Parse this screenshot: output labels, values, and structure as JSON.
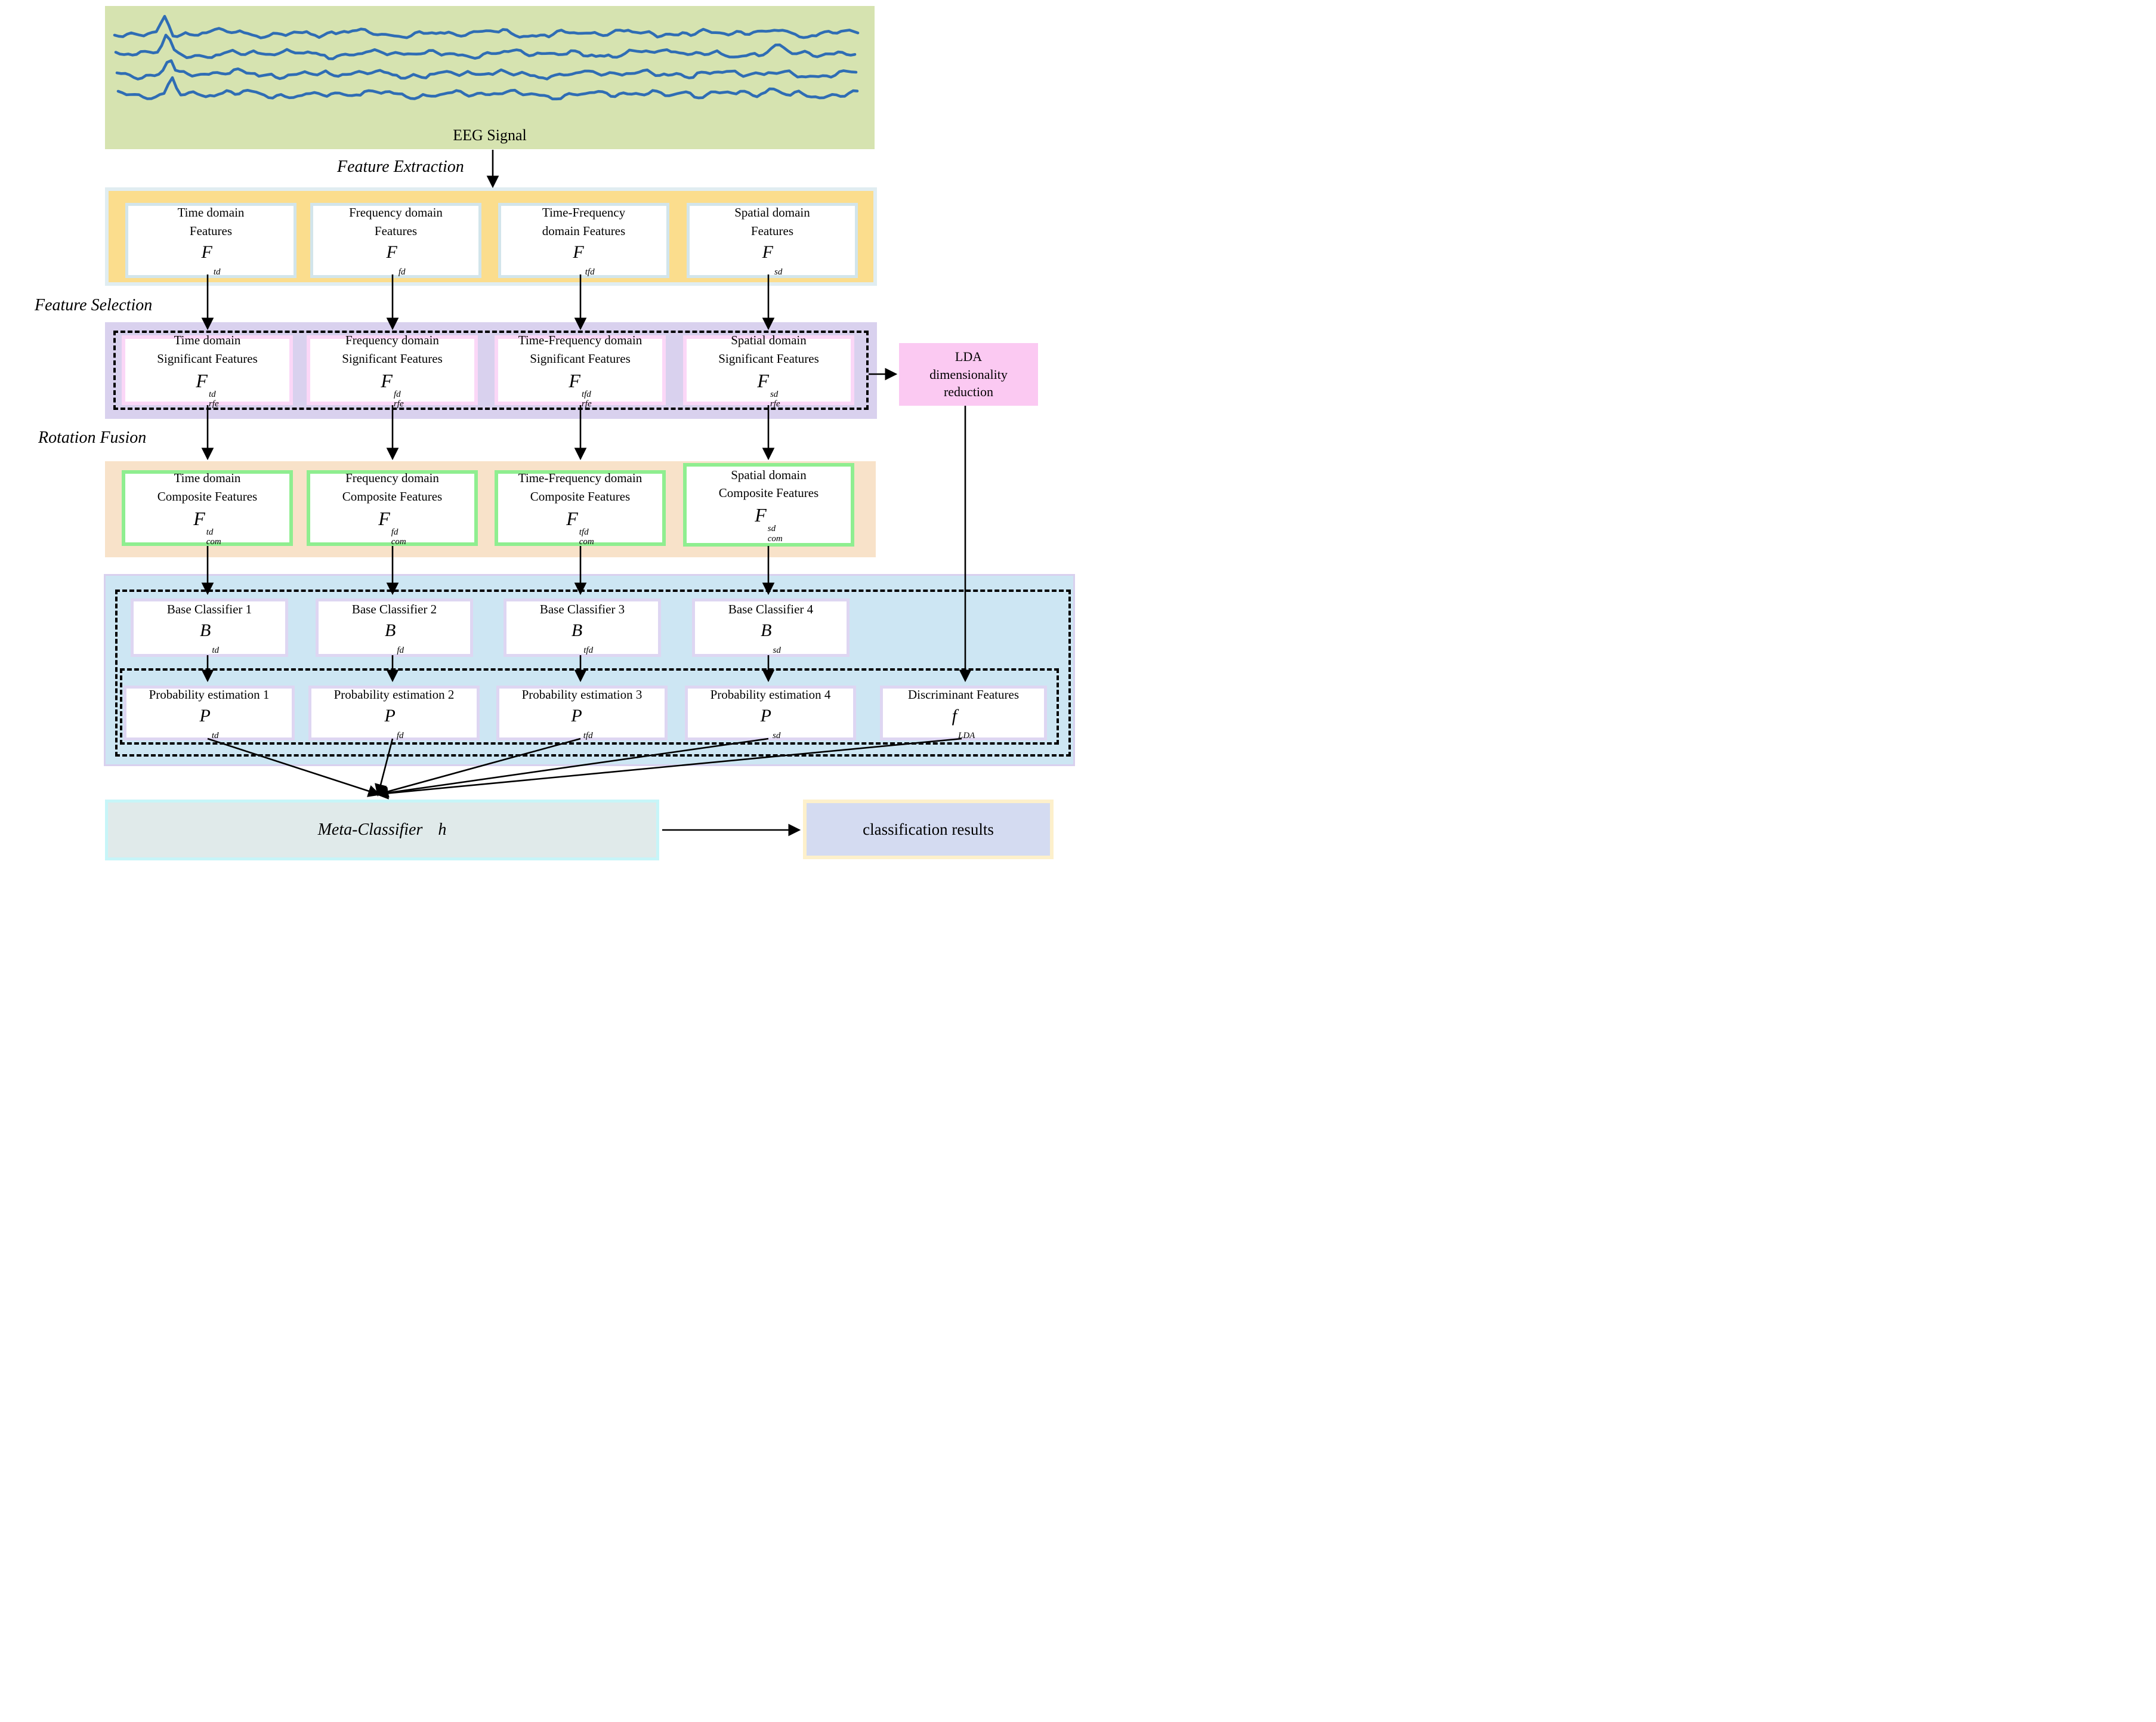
{
  "eeg_panel": {
    "label": "EEG Signal",
    "background": "#d6e3b0",
    "trace_color": "#2f6db4",
    "trace_count": 4
  },
  "stage_labels": {
    "feature_extraction": "Feature Extraction",
    "feature_selection": "Feature Selection",
    "rotation_fusion": "Rotation Fusion"
  },
  "rows": {
    "features": {
      "background": "#fbdd8d",
      "border": "#e0edf1",
      "box_border": "#d2e5eb",
      "boxes": [
        {
          "title_lines": [
            "Time domain",
            "Features"
          ],
          "sym": "F",
          "sup": "",
          "sub": "td"
        },
        {
          "title_lines": [
            "Frequency domain",
            "Features"
          ],
          "sym": "F",
          "sup": "",
          "sub": "fd"
        },
        {
          "title_lines": [
            "Time-Frequency",
            "domain  Features"
          ],
          "sym": "F",
          "sup": "",
          "sub": "tfd"
        },
        {
          "title_lines": [
            "Spatial domain",
            "Features"
          ],
          "sym": "F",
          "sup": "",
          "sub": "sd"
        }
      ]
    },
    "significant": {
      "background": "#d9d1ee",
      "box_border": "#fbd7f7",
      "boxes": [
        {
          "title_lines": [
            "Time domain",
            "Significant Features"
          ],
          "sym": "F",
          "sup": "td",
          "sub": "rfe"
        },
        {
          "title_lines": [
            "Frequency domain",
            "Significant Features"
          ],
          "sym": "F",
          "sup": "fd",
          "sub": "rfe"
        },
        {
          "title_lines": [
            "Time-Frequency domain",
            "Significant  Features"
          ],
          "sym": "F",
          "sup": "tfd",
          "sub": "rfe"
        },
        {
          "title_lines": [
            "Spatial domain",
            "Significant Features"
          ],
          "sym": "F",
          "sup": "sd",
          "sub": "rfe"
        }
      ]
    },
    "composite": {
      "background": "#f8e2c9",
      "box_border": "#8fee90",
      "boxes": [
        {
          "title_lines": [
            "Time domain",
            "Composite Features"
          ],
          "sym": "F",
          "sup": "td",
          "sub": "com"
        },
        {
          "title_lines": [
            "Frequency domain",
            "Composite Features"
          ],
          "sym": "F",
          "sup": "fd",
          "sub": "com"
        },
        {
          "title_lines": [
            "Time-Frequency domain",
            "Composite Features"
          ],
          "sym": "F",
          "sup": "tfd",
          "sub": "com"
        },
        {
          "title_lines": [
            "Spatial domain",
            "Composite Features"
          ],
          "sym": "F",
          "sup": "sd",
          "sub": "com"
        }
      ]
    },
    "classifiers": {
      "background": "#cde6f3",
      "border": "#d9d0ee",
      "box_border": "#ded6f2",
      "boxes": [
        {
          "title_lines": [
            "Base Classifier 1"
          ],
          "sym": "B",
          "sup": "",
          "sub": "td"
        },
        {
          "title_lines": [
            "Base Classifier 2"
          ],
          "sym": "B",
          "sup": "",
          "sub": "fd"
        },
        {
          "title_lines": [
            "Base Classifier 3"
          ],
          "sym": "B",
          "sup": "",
          "sub": "tfd"
        },
        {
          "title_lines": [
            "Base Classifier 4"
          ],
          "sym": "B",
          "sup": "",
          "sub": "sd"
        }
      ]
    },
    "probability": {
      "boxes": [
        {
          "title_lines": [
            "Probability estimation 1"
          ],
          "sym": "P",
          "sup": "",
          "sub": "td"
        },
        {
          "title_lines": [
            "Probability estimation 2"
          ],
          "sym": "P",
          "sup": "",
          "sub": "fd"
        },
        {
          "title_lines": [
            "Probability estimation 3"
          ],
          "sym": "P",
          "sup": "",
          "sub": "tfd"
        },
        {
          "title_lines": [
            "Probability estimation 4"
          ],
          "sym": "P",
          "sup": "",
          "sub": "sd"
        }
      ]
    },
    "discriminant": {
      "title_lines": [
        "Discriminant Features"
      ],
      "sym": "f",
      "sup": "",
      "sub": "LDA"
    }
  },
  "lda_box": {
    "lines": [
      "LDA",
      "dimensionality",
      "reduction"
    ],
    "background": "#fbc9f2"
  },
  "meta_classifier": {
    "label": "Meta-Classifier",
    "symbol": "h",
    "background": "#e0eaea",
    "border": "#c7f5f8"
  },
  "classification_results": {
    "label": "classification results",
    "background": "#d4dbf1",
    "border": "#fdf0cb"
  }
}
